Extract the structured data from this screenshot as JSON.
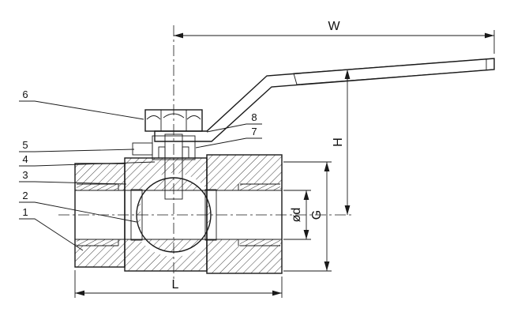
{
  "drawing": {
    "dim_labels": {
      "w": "W",
      "h": "H",
      "d": "ød",
      "g": "G",
      "l": "L"
    },
    "part_numbers": [
      "1",
      "2",
      "3",
      "4",
      "5",
      "6",
      "7",
      "8"
    ]
  },
  "colors": {
    "ink": "#1a1a1a",
    "paper": "#ffffff"
  }
}
